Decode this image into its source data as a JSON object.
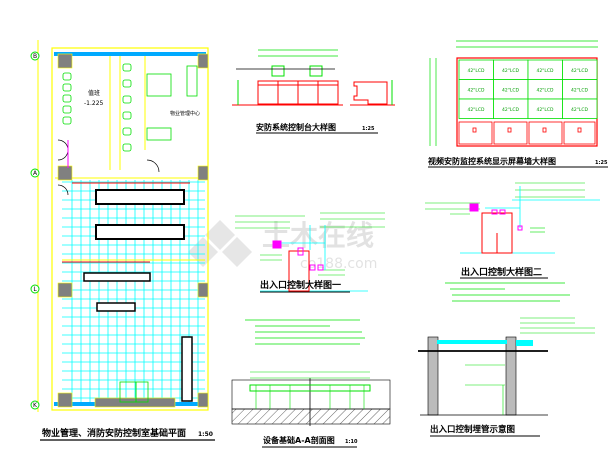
{
  "drawing_titles": {
    "floor_plan": {
      "title": "物业管理、消防安防控制室基础平面",
      "scale": "1:50"
    },
    "console_detail": {
      "title": "安防系统控制台大样图",
      "scale": "1:25"
    },
    "video_wall_detail": {
      "title": "视频安防监控系统显示屏幕墙大样图",
      "scale": "1:25"
    },
    "access_control_detail_1": {
      "title": "出入口控制大样图一"
    },
    "access_control_detail_2": {
      "title": "出入口控制大样图二"
    },
    "foundation_section": {
      "title": "设备基础A-A剖面图",
      "scale": "1:10"
    },
    "conduit_diagram": {
      "title": "出入口控制埋管示意图"
    }
  },
  "floor_plan": {
    "room_duty": "值班",
    "room_level": "-1.225",
    "room_center": "物业管理中心",
    "axis_labels": [
      "B",
      "A",
      "L",
      "K"
    ]
  },
  "video_wall": {
    "screen_label": "42\"LCD"
  },
  "watermark": {
    "text": "土木在线",
    "url_text": "co188.com"
  },
  "colors": {
    "red": "#ff0000",
    "green": "#00e000",
    "cyan": "#00ffff",
    "yellow": "#ffff00",
    "magenta": "#ff00ff",
    "gray": "#808080"
  }
}
